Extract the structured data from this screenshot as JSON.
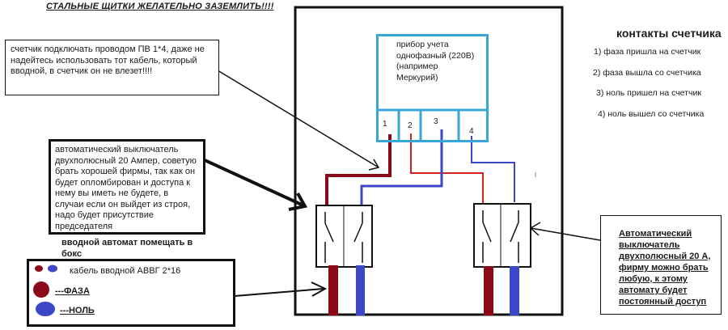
{
  "title": "СТАЛЬНЫЕ ЩИТКИ ЖЕЛАТЕЛЬНО ЗАЗЕМЛИТЬ!!!!",
  "note_cable": "счетчик подключать проводом ПВ 1*4, даже не надейтесь использовать тот кабель, который вводной, в счетчик он не влезет!!!!",
  "note_breaker_in": "автоматический выключатель двухполюсный 20 Ампер, советую брать хорошей фирмы, так как он будет опломбирован и доступа к нему вы иметь не будете, в случаи если он выйдет из строя, надо будет присутствие председателя",
  "note_breaker_in_bold": "вводной автомат помещать в бокс",
  "note_breaker_out": "Автоматический выключатель двухполюсный 20 А, фирму можно брать любую, к этому автомату будет постоянный доступ",
  "meter_label": "прибор учета однофазный (220В) (например Меркурий)",
  "terminals": [
    "1",
    "2",
    "3",
    "4"
  ],
  "contacts_heading": "контакты счетчика",
  "contacts": [
    "1) фаза пришла на счетчик",
    "2) фаза вышла со счетчика",
    "3) ноль пришел на счетчик",
    "4) ноль вышел со счетчика"
  ],
  "legend": {
    "cable": "кабель вводной АВВГ 2*16",
    "phase": "---ФАЗА",
    "neutral": "---НОЛЬ"
  },
  "colors": {
    "phase": "#8b0a1a",
    "phase_light": "#d4201f",
    "neutral": "#3b47c7",
    "meter_border": "#39a6d8"
  }
}
